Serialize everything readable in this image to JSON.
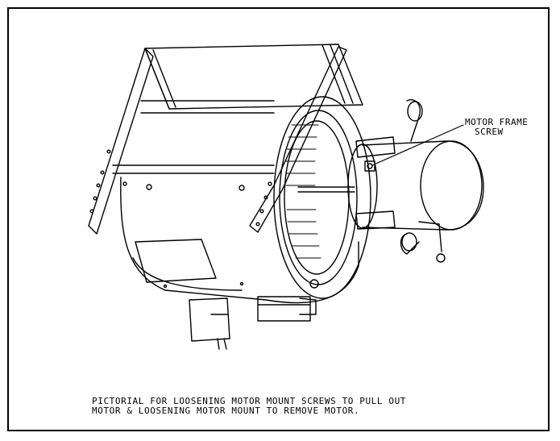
{
  "callout": {
    "line1": "MOTOR FRAME",
    "line2": "SCREW"
  },
  "caption": {
    "line1": "PICTORIAL FOR LOOSENING MOTOR MOUNT SCREWS TO PULL OUT",
    "line2": "MOTOR & LOOSENING MOTOR MOUNT TO REMOVE MOTOR."
  },
  "colors": {
    "line": "#000000",
    "background": "#ffffff"
  }
}
